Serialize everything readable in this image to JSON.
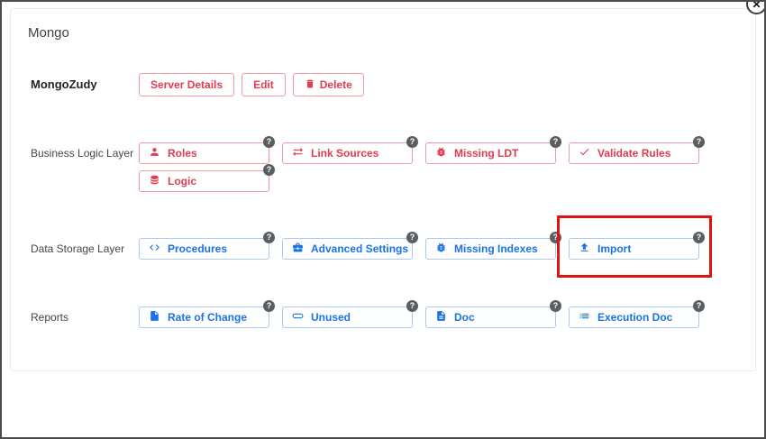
{
  "window": {
    "close_glyph": "✕"
  },
  "modal": {
    "title": "Mongo"
  },
  "badges": {
    "help": "?"
  },
  "server": {
    "name": "MongoZudy",
    "actions": [
      {
        "label": "Server Details",
        "icon": "none"
      },
      {
        "label": "Edit",
        "icon": "none"
      },
      {
        "label": "Delete",
        "icon": "trash-icon"
      }
    ]
  },
  "sections": [
    {
      "label": "Business Logic Layer",
      "theme": "red",
      "buttons": [
        {
          "label": "Roles",
          "icon": "person-icon"
        },
        {
          "label": "Link Sources",
          "icon": "sync-arrows-icon"
        },
        {
          "label": "Missing LDT",
          "icon": "bug-icon"
        },
        {
          "label": "Validate Rules",
          "icon": "check-icon"
        },
        {
          "label": "Logic",
          "icon": "database-icon"
        }
      ]
    },
    {
      "label": "Data Storage Layer",
      "theme": "blue",
      "buttons": [
        {
          "label": "Procedures",
          "icon": "code-icon"
        },
        {
          "label": "Advanced Settings",
          "icon": "briefcase-icon"
        },
        {
          "label": "Missing Indexes",
          "icon": "bug-icon"
        },
        {
          "label": "Import",
          "icon": "upload-icon",
          "highlighted": true
        }
      ]
    },
    {
      "label": "Reports",
      "theme": "blue",
      "buttons": [
        {
          "label": "Rate of Change",
          "icon": "file-icon"
        },
        {
          "label": "Unused",
          "icon": "pill-outline-icon"
        },
        {
          "label": "Doc",
          "icon": "doc-icon"
        },
        {
          "label": "Execution Doc",
          "icon": "list-icon"
        }
      ]
    }
  ],
  "colors": {
    "red_accent": "#e23b50",
    "red_border": "#f19aa5",
    "blue_accent": "#1a73e8",
    "blue_border": "#a9c7f7",
    "highlight_box": "#dd1414",
    "badge_bg": "#595e62"
  }
}
